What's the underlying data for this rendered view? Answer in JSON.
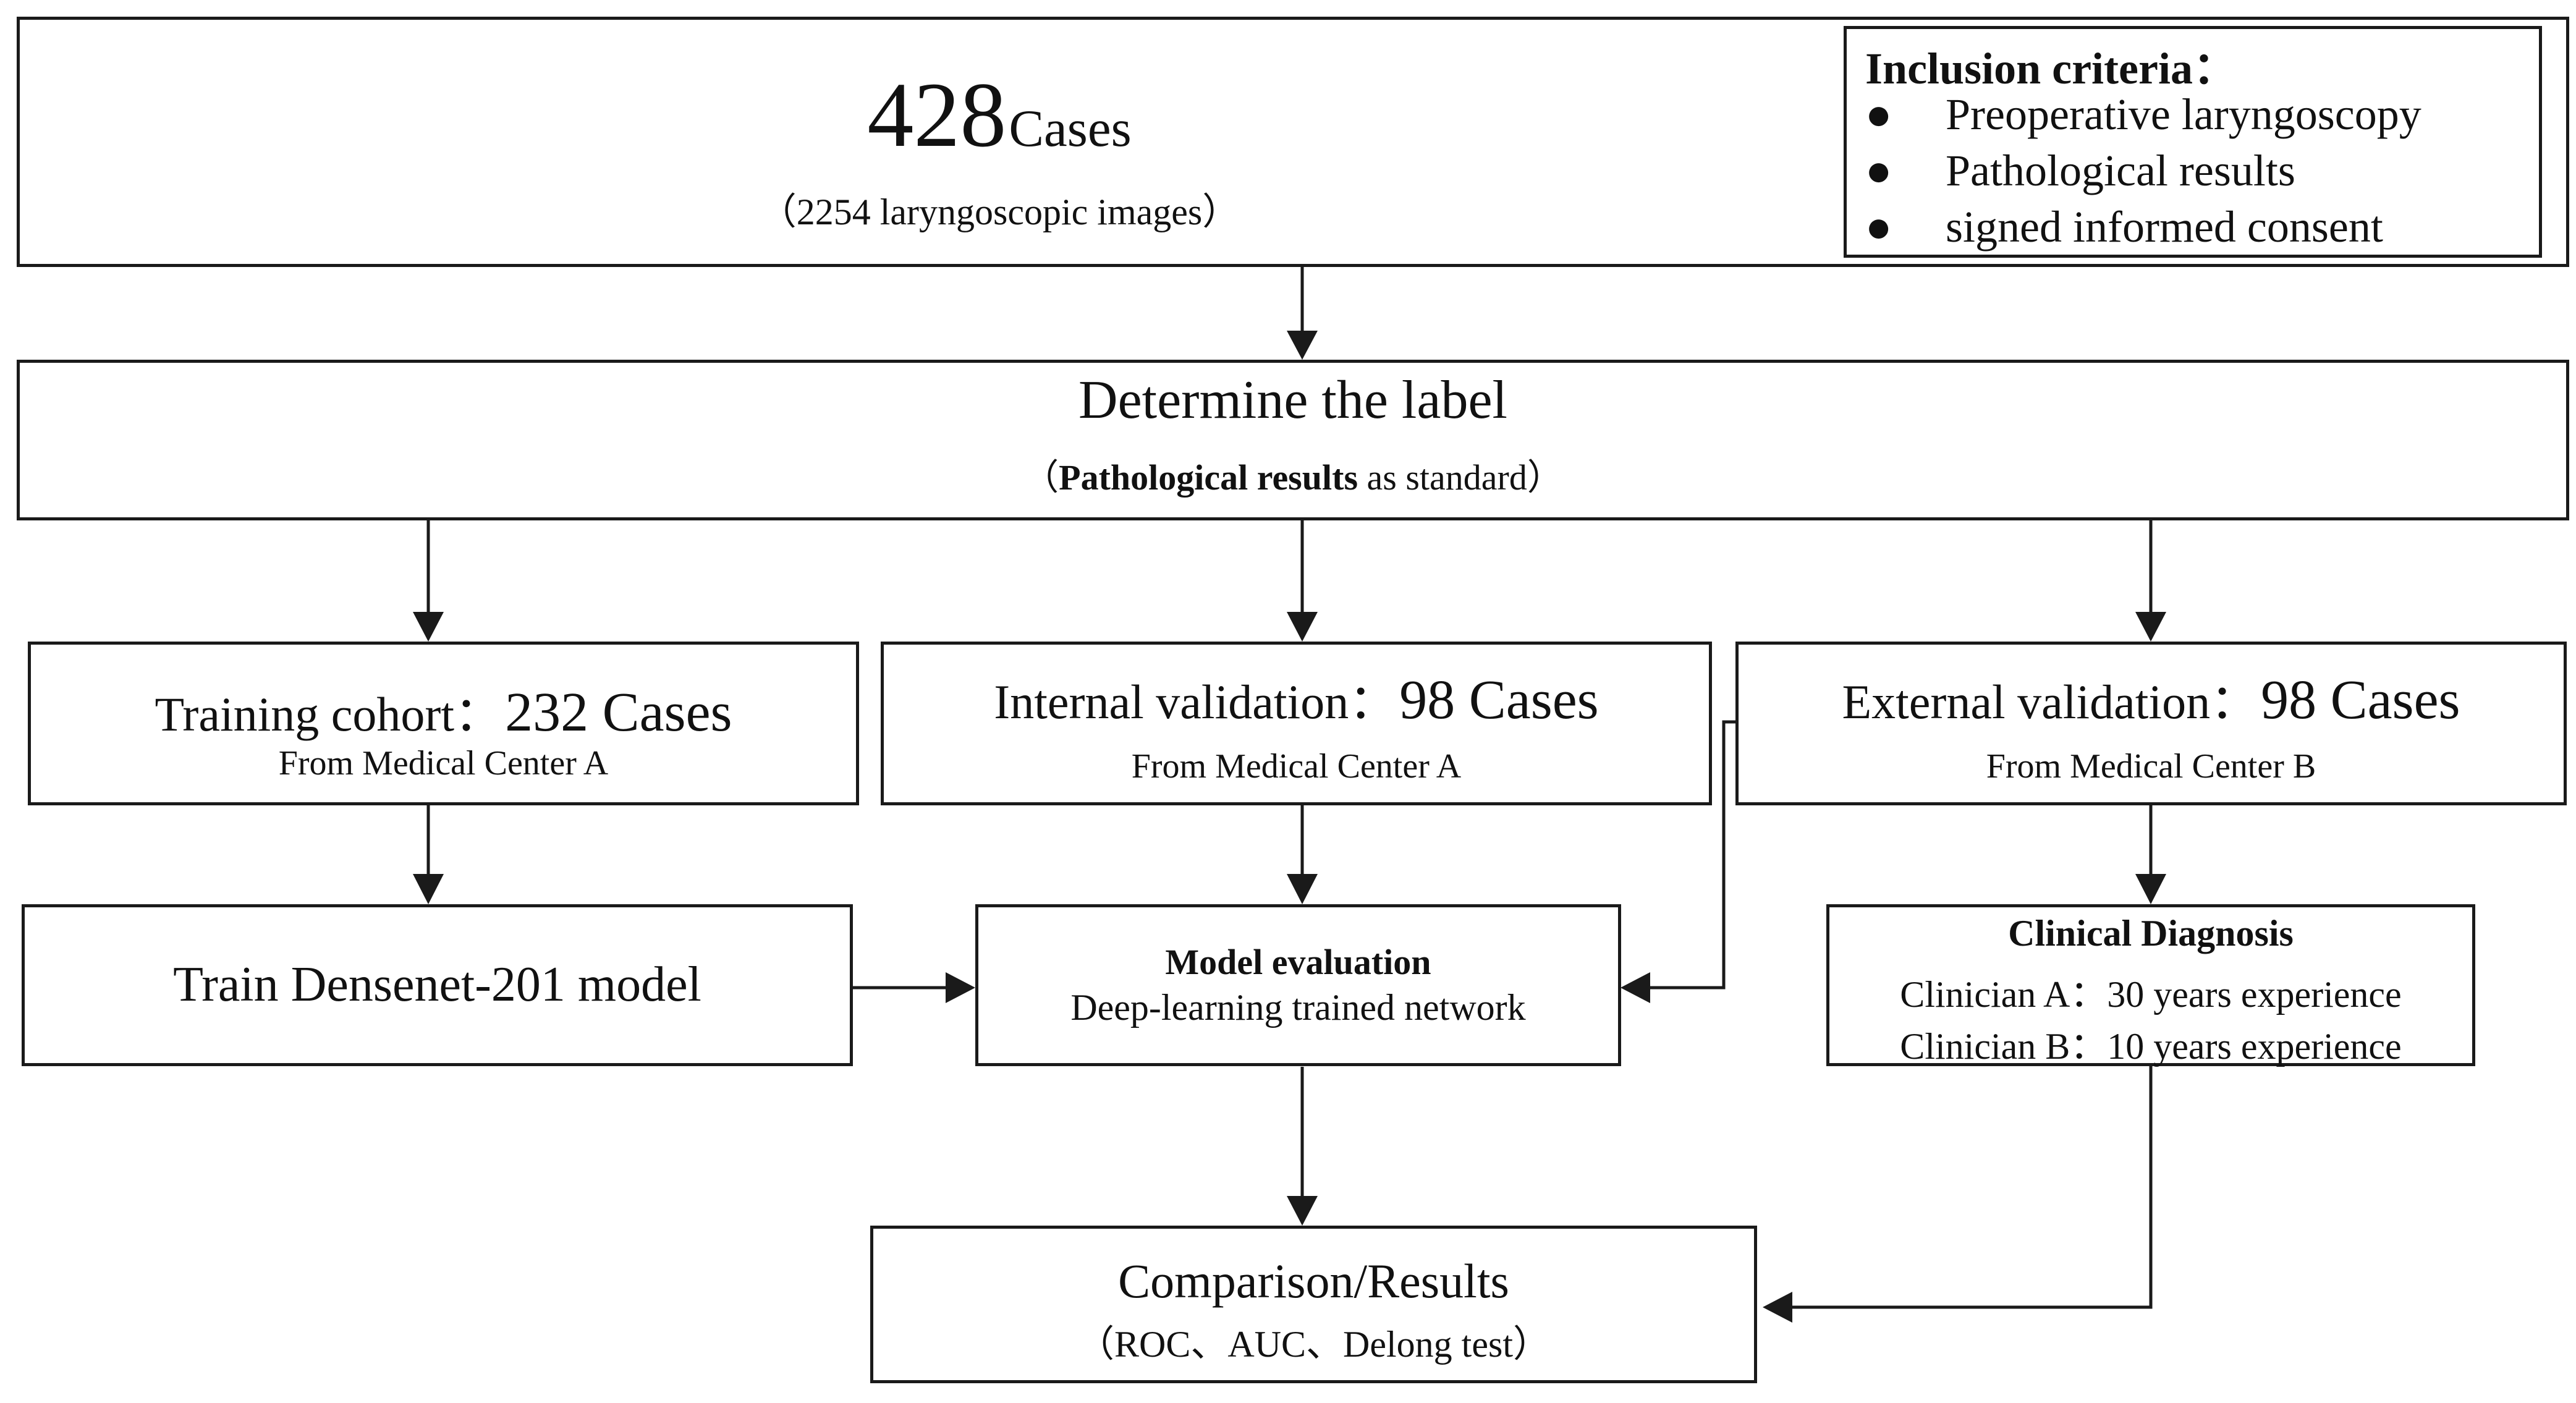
{
  "top": {
    "count": "428",
    "count_unit": "Cases",
    "images": "（2254 laryngoscopic images）"
  },
  "inclusion": {
    "title": "Inclusion criteria：",
    "items": [
      "Preoperative laryngoscopy",
      "Pathological results",
      "signed informed consent"
    ]
  },
  "label": {
    "title": "Determine the label",
    "paren_open": "（",
    "bold_part": "Pathological results",
    "rest": " as standard",
    "paren_close": "）"
  },
  "training": {
    "title": "Training cohort：",
    "cases": "232 Cases",
    "source": "From Medical Center A"
  },
  "internal": {
    "title": "Internal validation：",
    "cases": "98 Cases",
    "source": "From Medical Center A"
  },
  "external": {
    "title": "External validation：",
    "cases": "98 Cases",
    "source": "From Medical Center B"
  },
  "train_model": {
    "label": "Train Densenet-201 model"
  },
  "model_eval": {
    "title": "Model evaluation",
    "subtitle": "Deep-learning trained network"
  },
  "clinical": {
    "title": "Clinical Diagnosis",
    "lines": [
      "Clinician A：30 years experience",
      "Clinician B：10 years experience"
    ]
  },
  "comparison": {
    "title": "Comparison/Results",
    "subtitle": "（ROC、AUC、Delong test）"
  }
}
